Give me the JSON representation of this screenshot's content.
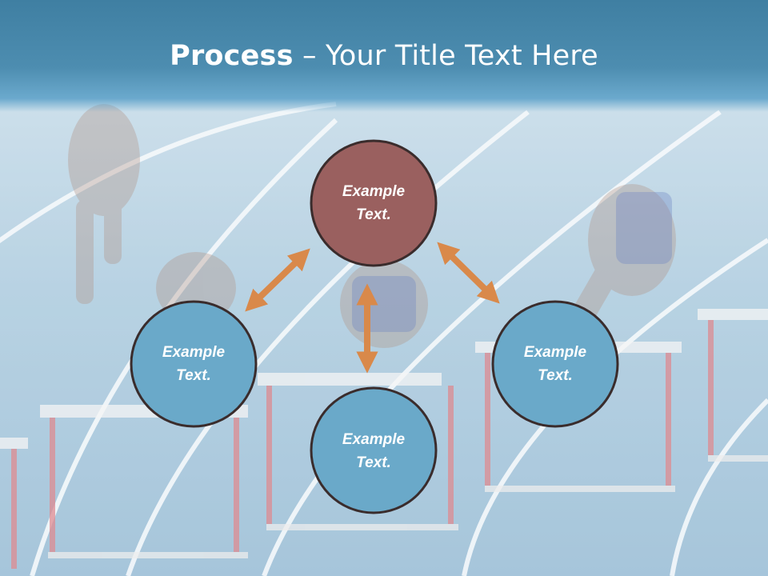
{
  "slide": {
    "title_bold": "Process",
    "title_rest": " – Your Title Text Here"
  },
  "nodes": [
    {
      "id": "top",
      "line1": "Example",
      "line2": "Text.",
      "fill": "#9a605f"
    },
    {
      "id": "left",
      "line1": "Example",
      "line2": "Text.",
      "fill": "#6aa9c9"
    },
    {
      "id": "right",
      "line1": "Example",
      "line2": "Text.",
      "fill": "#6aa9c9"
    },
    {
      "id": "bottom",
      "line1": "Example",
      "line2": "Text.",
      "fill": "#6aa9c9"
    }
  ],
  "colors": {
    "header": "#4d8db0",
    "title_text": "#ffffff",
    "node_border": "#3a2c2c",
    "arrow": "#d9894a",
    "track": "#9fc3da",
    "lane_lines": "#ffffff"
  },
  "background": {
    "description_icon": "hurdles-race-photo"
  }
}
